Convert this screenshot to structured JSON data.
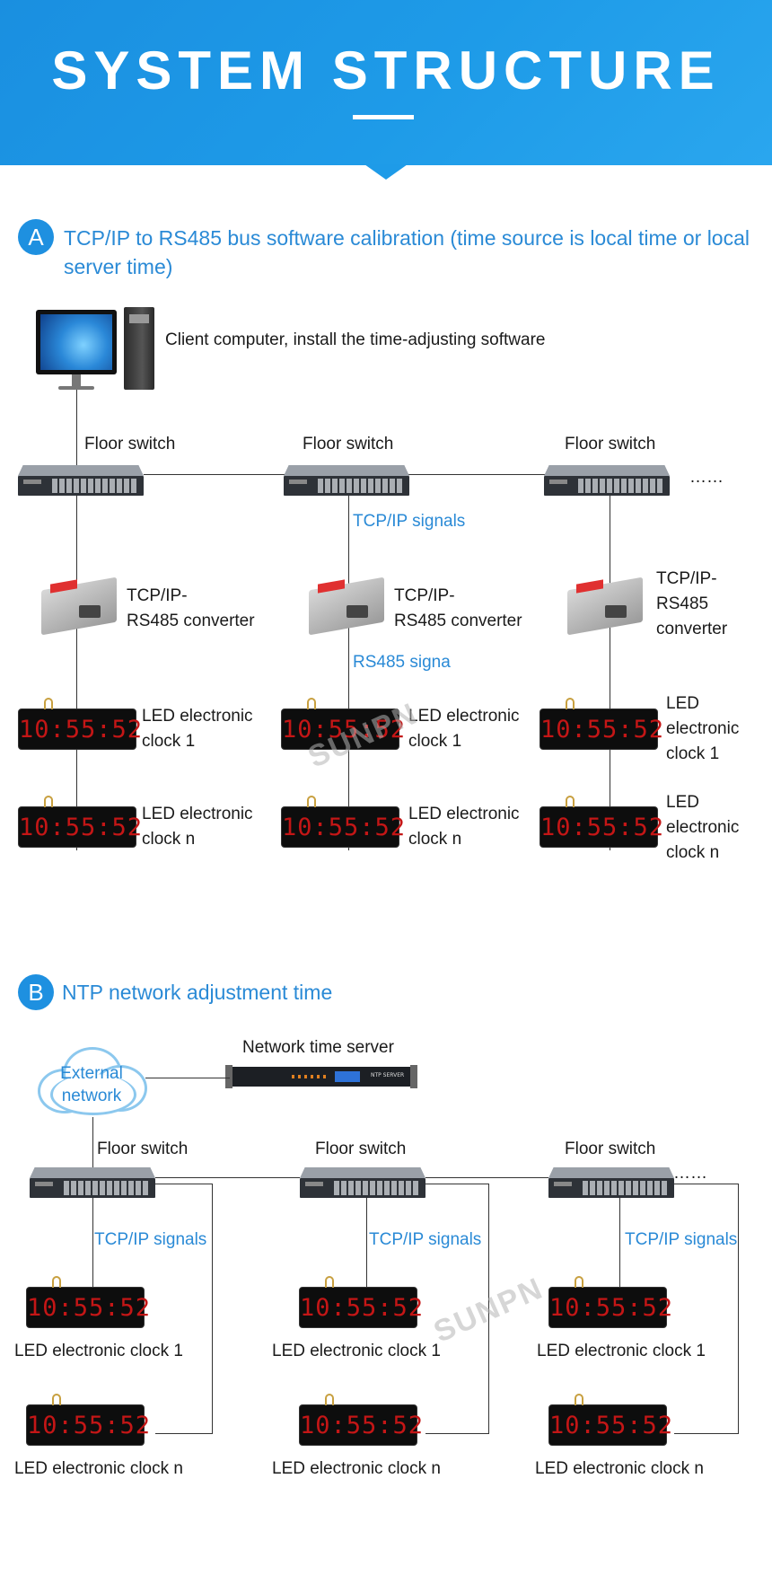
{
  "header": {
    "title": "SYSTEM STRUCTURE"
  },
  "section_a": {
    "badge": "A",
    "title": "TCP/IP to RS485 bus software calibration (time source is local time or local server time)",
    "client_label": "Client computer, install the time-adjusting software",
    "switch_label": "Floor switch",
    "ellipsis": "……",
    "tcpip_signals": "TCP/IP signals",
    "rs485_signal": "RS485 signa",
    "converter_col1": [
      "TCP/IP-",
      "RS485 converter"
    ],
    "converter_col3": [
      "TCP/IP-",
      "RS485",
      " converter"
    ],
    "clock1_label": [
      "LED electronic",
      "clock 1"
    ],
    "clockn_label": [
      "LED electronic",
      "clock n"
    ],
    "clock1_label_col3": [
      "LED",
      "electronic",
      "clock 1"
    ],
    "clockn_label_col3": [
      "LED",
      "electronic",
      "clock n"
    ]
  },
  "section_b": {
    "badge": "B",
    "title": "NTP network adjustment time",
    "external_network": [
      "External",
      "network"
    ],
    "server_label": "Network time server",
    "server_panel_text": "NTP SERVER",
    "switch_label": "Floor switch",
    "ellipsis": "……",
    "tcpip_signals": "TCP/IP signals",
    "clock1_label": "LED electronic clock 1",
    "clockn_label": "LED electronic clock n"
  },
  "clock_display": "10:55:52",
  "watermark": "SUNPN",
  "colors": {
    "banner": "#1e9be8",
    "accent": "#2a8ad6",
    "led": "#c41616"
  }
}
